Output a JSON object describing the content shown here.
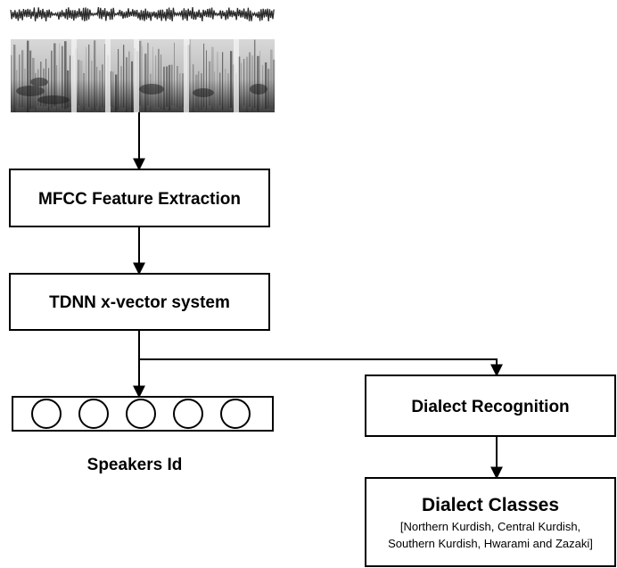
{
  "nodes": {
    "mfcc": {
      "label": "MFCC Feature Extraction"
    },
    "tdnn": {
      "label": "TDNN x-vector system"
    },
    "speakers": {
      "label": "Speakers Id"
    },
    "dialect_recognition": {
      "label": "Dialect Recognition"
    },
    "dialect_classes": {
      "title": "Dialect Classes",
      "line1": "[Northern Kurdish, Central Kurdish,",
      "line2": "Southern Kurdish, Hwarami and Zazaki]"
    }
  },
  "edges": [
    {
      "from": "audio-input",
      "to": "mfcc"
    },
    {
      "from": "mfcc",
      "to": "tdnn"
    },
    {
      "from": "tdnn",
      "to": "speakers"
    },
    {
      "from": "tdnn",
      "to": "dialect_recognition"
    },
    {
      "from": "dialect_recognition",
      "to": "dialect_classes"
    }
  ],
  "embedding_slots": 5,
  "colors": {
    "line": "#000000",
    "box_fill": "#ffffff",
    "waveform": "#2a2a2a",
    "spectrogram_bg": "#f2f2f2",
    "spectrogram_dark": "#1e1e1e"
  }
}
